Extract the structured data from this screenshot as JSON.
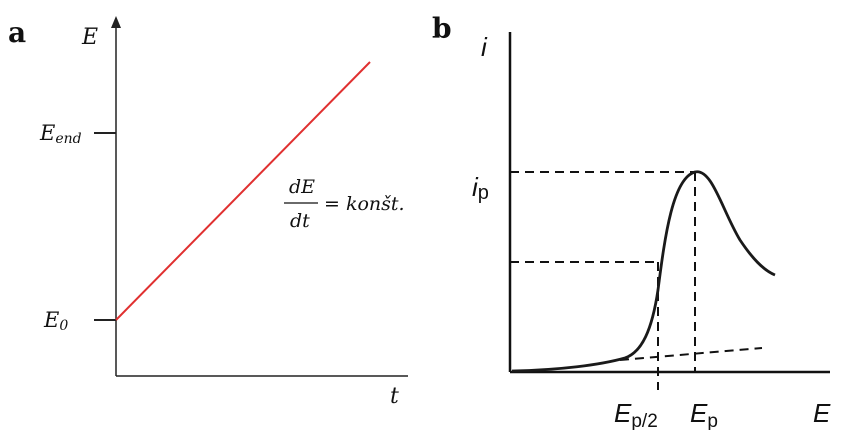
{
  "panel_a": {
    "panel_letter": "a",
    "y_axis_label": "E",
    "x_axis_label": "t",
    "tick_end_main": "E",
    "tick_end_sub": "end",
    "tick_start_main": "E",
    "tick_start_sub": "0",
    "equation_numerator": "dE",
    "equation_denominator": "dt",
    "equation_rhs": "= konšt.",
    "line_color": "#e03030"
  },
  "panel_b": {
    "panel_letter": "b",
    "y_axis_label": "i",
    "x_axis_label": "E",
    "ip_main": "i",
    "ip_sub": "p",
    "ep2_main": "E",
    "ep2_sub": "p/2",
    "ep_main": "E",
    "ep_sub": "p",
    "curve_color": "#1a1a1a"
  }
}
